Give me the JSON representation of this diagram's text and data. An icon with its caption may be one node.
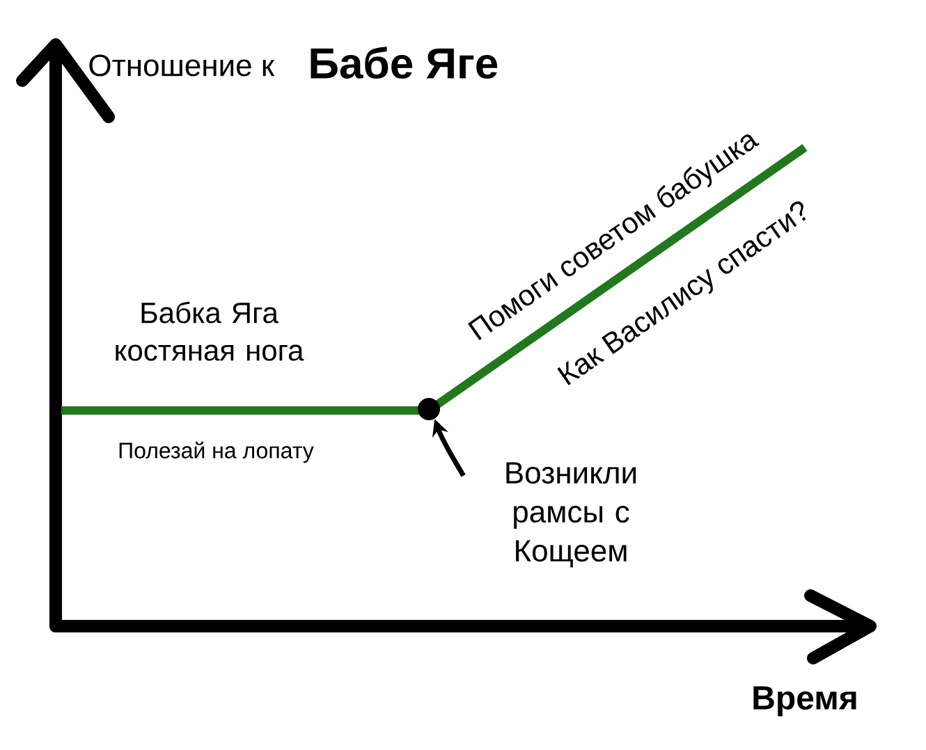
{
  "diagram": {
    "nodes": [
      {
        "text": [],
        "shape": "circle"
      },
      {
        "text": [
          "Возникли рамсы с Кощеем"
        ]
      }
    ],
    "edges": [
      {
        "from": 1,
        "to": 0,
        "arrow": "to"
      }
    ],
    "labels": [
      "Отношение к",
      "Бабе Яге",
      "Бабка Яга костяная нога",
      "Помоги советом бабушка",
      "Как Василису спасти?",
      "Полезай на лопату",
      "Время"
    ]
  }
}
